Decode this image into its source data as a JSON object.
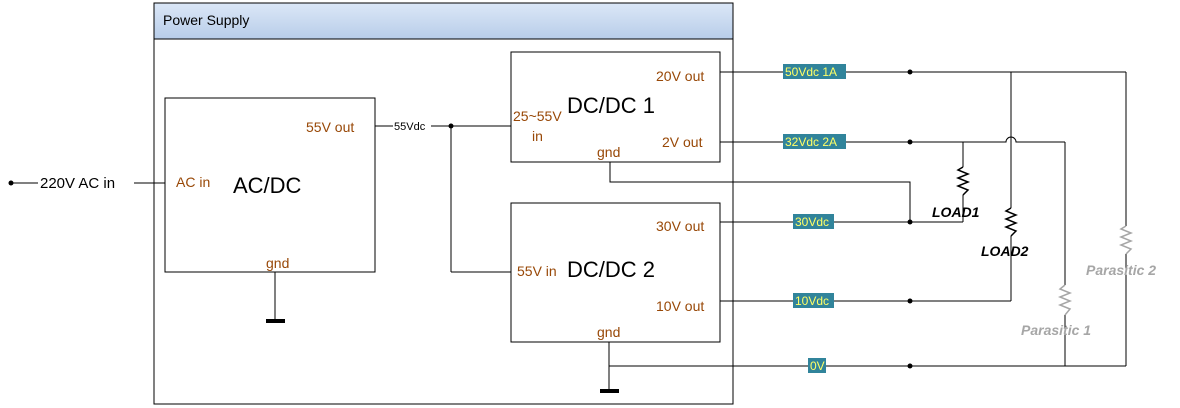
{
  "power_supply": {
    "title": "Power Supply"
  },
  "ac_dc": {
    "name": "AC/DC",
    "input_port": "AC in",
    "output_port": "55V out",
    "gnd": "gnd"
  },
  "input": {
    "label": "220V AC in"
  },
  "bus": {
    "label": "55Vdc"
  },
  "dcdc1": {
    "name": "DC/DC 1",
    "input_port_line1": "25~55V",
    "input_port_line2": "in",
    "out_high": "20V out",
    "out_low": "2V out",
    "gnd": "gnd"
  },
  "dcdc2": {
    "name": "DC/DC 2",
    "input_port": "55V in",
    "out_high": "30V out",
    "out_low": "10V out",
    "gnd": "gnd"
  },
  "rail_tags": {
    "r50": "50Vdc 1A",
    "r32": "32Vdc 2A",
    "r30": "30Vdc",
    "r10": "10Vdc",
    "r0": "0V"
  },
  "loads": {
    "load1": "LOAD1",
    "load2": "LOAD2",
    "parasitic1": "Parasitic 1",
    "parasitic2": "Parasitic 2"
  },
  "colors": {
    "header_fill": "#c6d9f1",
    "port_text": "#984807",
    "tag_fill": "#31849b",
    "tag_text": "#ffff66",
    "parasitic": "#a6a6a6"
  }
}
